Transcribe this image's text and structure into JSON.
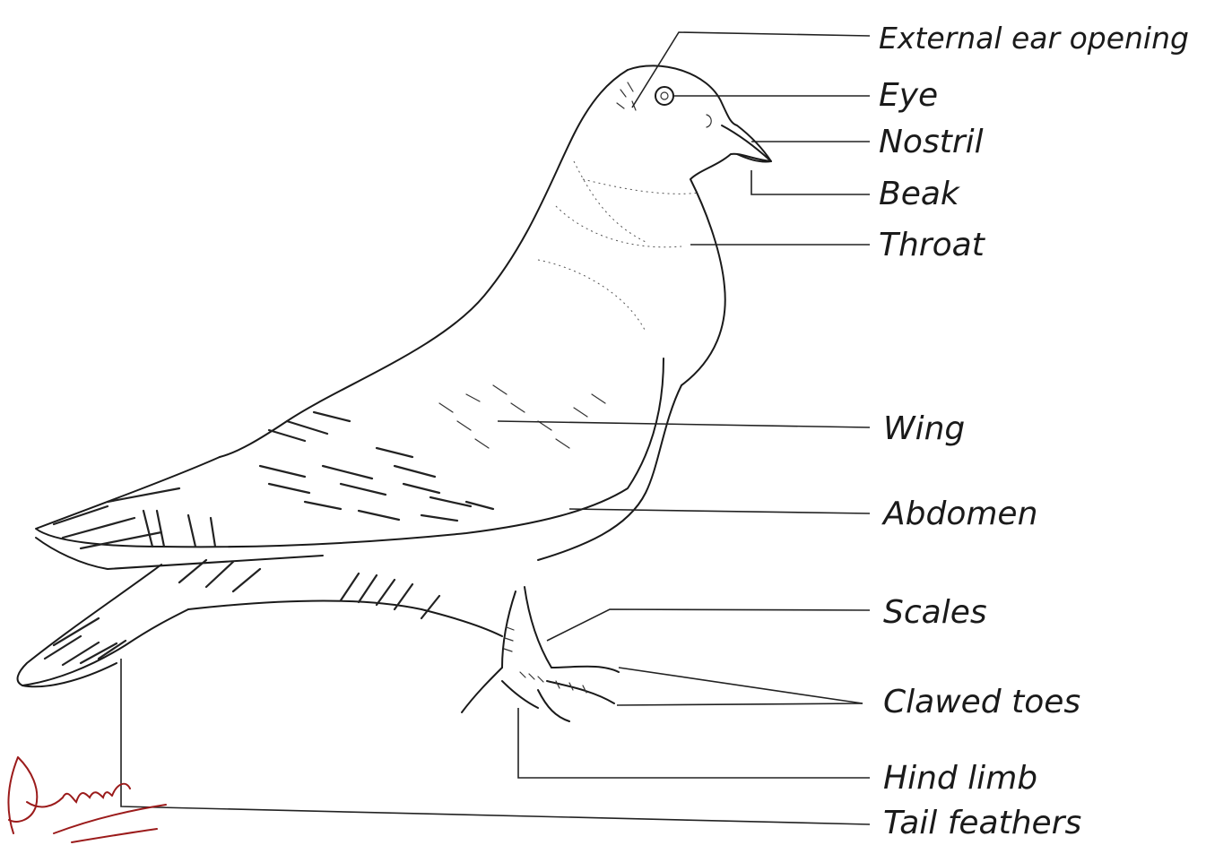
{
  "labels": {
    "external_ear_opening": "External ear opening",
    "eye": "Eye",
    "nostril": "Nostril",
    "beak": "Beak",
    "throat": "Throat",
    "wing": "Wing",
    "abdomen": "Abdomen",
    "scales": "Scales",
    "clawed_toes": "Clawed toes",
    "hind_limb": "Hind limb",
    "tail_feathers": "Tail feathers"
  },
  "colors": {
    "ink": "#1a1a1a",
    "signature": "#9b1b1b",
    "paper": "#ffffff"
  }
}
